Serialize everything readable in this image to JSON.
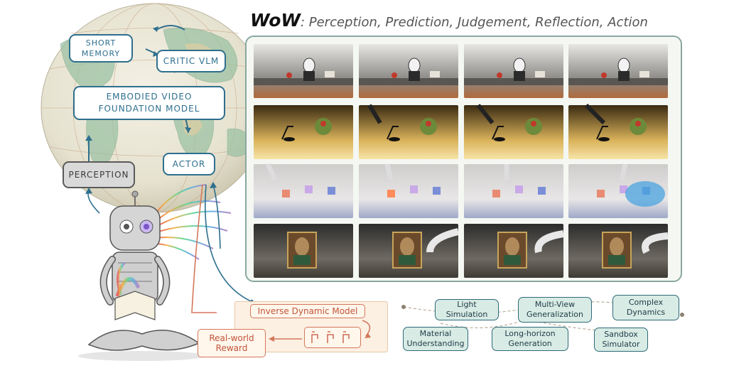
{
  "title": {
    "brand": "WoW",
    "subtitle": ": Perception, Prediction, Judgement, Reflection, Action"
  },
  "globe_flow": {
    "short_memory": "Short Memory",
    "critic_vlm": "Critic VLM",
    "embodied_model": "Embodied Video Foundation Model",
    "perception": "Perception",
    "actor": "Actor"
  },
  "pipeline": {
    "inverse_dynamic_model": "Inverse Dynamic Model",
    "real_world_reward": "Real-world Reward"
  },
  "capabilities": [
    "Light Simulation",
    "Multi-View Generalization",
    "Complex Dynamics",
    "Material Understanding",
    "Long-horizon Generation",
    "Sandbox Simulator"
  ],
  "frame_rows": [
    {
      "scene": "kitchen-humanoid-robot",
      "colors": [
        "#e8e6e3",
        "#8c8a86",
        "#b06a3c"
      ]
    },
    {
      "scene": "desk-lamp-flowers",
      "colors": [
        "#3a2a12",
        "#d9b25a",
        "#f6e4a8"
      ]
    },
    {
      "scene": "robot-arm-cubes",
      "colors": [
        "#cfcccc",
        "#e8e6e6",
        "#9fa8c8"
      ]
    },
    {
      "scene": "portrait-painting",
      "colors": [
        "#2c2c2c",
        "#6e6a62",
        "#3e3a34"
      ]
    }
  ]
}
